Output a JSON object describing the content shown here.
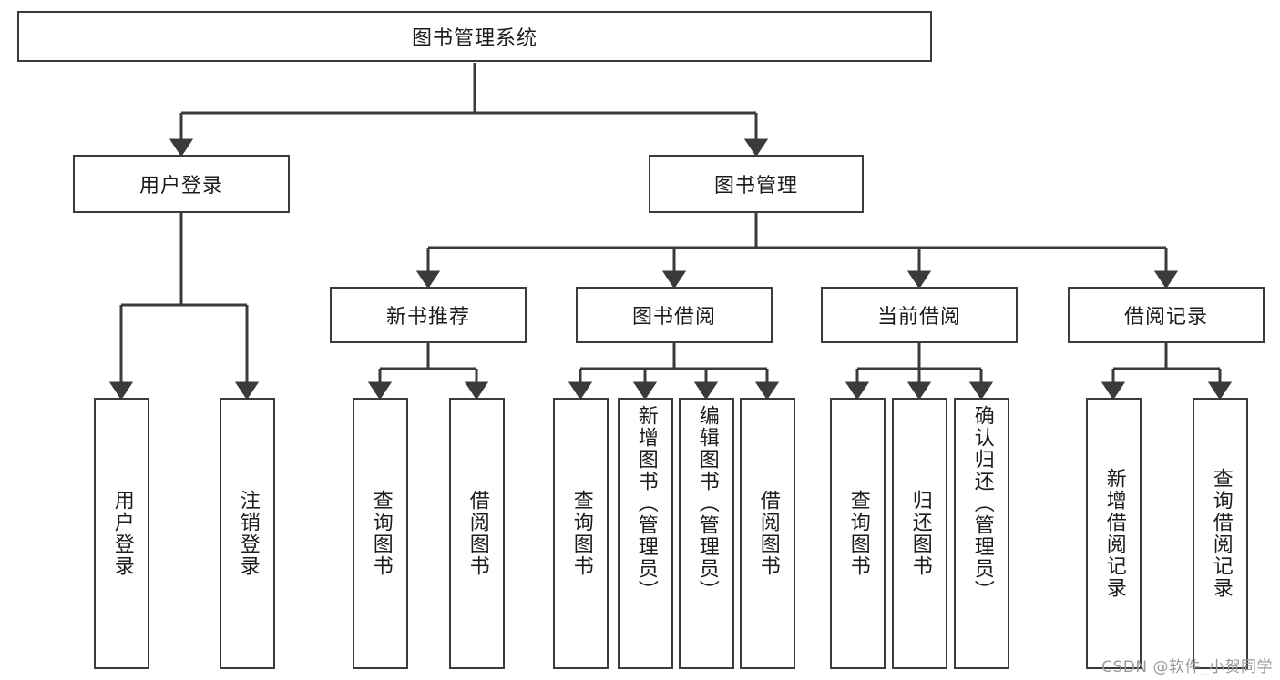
{
  "diagram": {
    "title_box": {
      "label": "图书管理系统"
    },
    "level1": [
      {
        "label": "用户登录"
      },
      {
        "label": "图书管理"
      }
    ],
    "level2": [
      {
        "label": "新书推荐"
      },
      {
        "label": "图书借阅"
      },
      {
        "label": "当前借阅"
      },
      {
        "label": "借阅记录"
      }
    ],
    "leaves": {
      "user_login": [
        {
          "label": "用户登录"
        },
        {
          "label": "注销登录"
        }
      ],
      "new_book_recommend": [
        {
          "label": "查询图书"
        },
        {
          "label": "借阅图书"
        }
      ],
      "book_borrow": [
        {
          "label": "查询图书"
        },
        {
          "label": "新增图书（管理员）"
        },
        {
          "label": "编辑图书（管理员）"
        },
        {
          "label": "借阅图书"
        }
      ],
      "current_borrow": [
        {
          "label": "查询图书"
        },
        {
          "label": "归还图书"
        },
        {
          "label": "确认归还（管理员）"
        }
      ],
      "borrow_record": [
        {
          "label": "新增借阅记录"
        },
        {
          "label": "查询借阅记录"
        }
      ]
    },
    "colors": {
      "stroke": "#3b3b3b",
      "text": "#1c1c1c",
      "background": "#ffffff",
      "watermark": "#9a9a9a"
    }
  },
  "watermark": {
    "text": "CSDN @软件_小贺同学"
  }
}
